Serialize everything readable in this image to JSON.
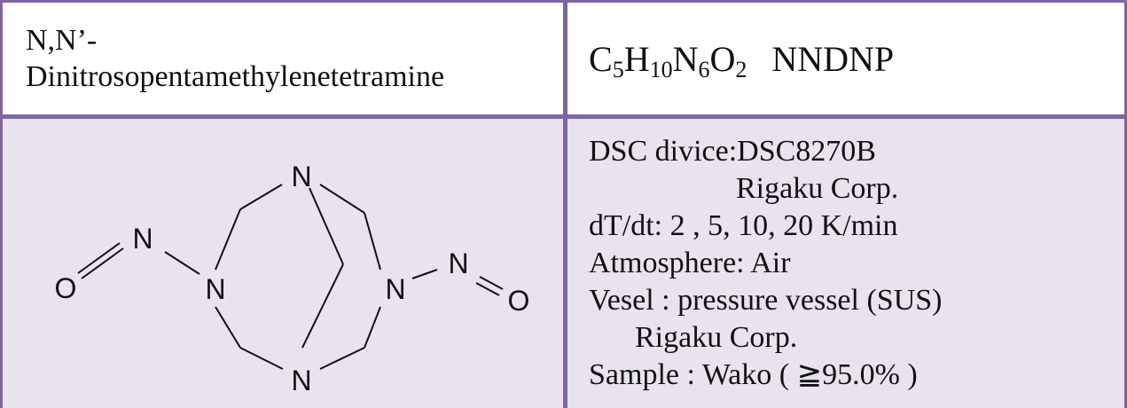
{
  "compound": {
    "name_line1": "N,N’-",
    "name_line2": "Dinitrosopentamethylenetetramine",
    "formula": [
      {
        "el": "C",
        "n": "5"
      },
      {
        "el": "H",
        "n": "10"
      },
      {
        "el": "N",
        "n": "6"
      },
      {
        "el": "O",
        "n": "2"
      }
    ],
    "abbreviation": "NNDNP"
  },
  "structure_atoms": {
    "n": "N",
    "o": "O"
  },
  "conditions": {
    "device_line": "DSC divice:DSC8270B",
    "device_maker": "Rigaku Corp.",
    "rate_line": "dT/dt: 2 , 5, 10, 20 K/min",
    "atmosphere_line": "Atmosphere: Air",
    "vessel_line": "Vesel : pressure vessel (SUS)",
    "vessel_maker": "Rigaku Corp.",
    "sample_line": "Sample : Wako ( ≧95.0% )"
  },
  "colors": {
    "border": "#8064a2",
    "body_fill": "#e8e3ef",
    "header_fill": "#ffffff"
  }
}
